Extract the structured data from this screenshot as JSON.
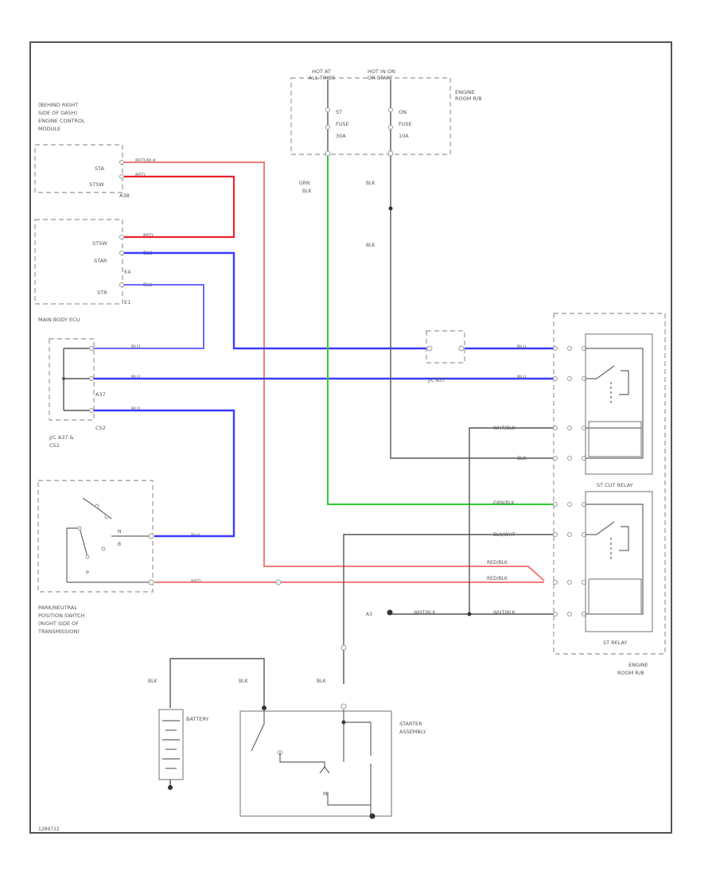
{
  "diagram": {
    "fuses": {
      "top_left_header": [
        "HOT AT",
        "ALL TIMES"
      ],
      "top_right_header": [
        "HOT IN ON",
        "OR START"
      ],
      "left_fuse": [
        "ST",
        "FUSE",
        "30A"
      ],
      "right_fuse": [
        "ON",
        "FUSE",
        "10A"
      ],
      "box_label": [
        "ENGINE",
        "ROOM R/B"
      ]
    },
    "ecm": {
      "label": [
        "(BEHIND RIGHT",
        "SIDE OF DASH)",
        "ENGINE CONTROL",
        "MODULE"
      ],
      "pins": [
        "STA",
        "STSW"
      ],
      "connector": "A38",
      "wire1": "RED/BLK",
      "wire2": "RED"
    },
    "main_ecu": {
      "pins": [
        "STSW",
        "STAR",
        "STR"
      ],
      "connectors": [
        "E4",
        "E1"
      ],
      "label": "MAIN BODY ECU",
      "wires": [
        "RED",
        "BLU",
        "BLU"
      ]
    },
    "jc": {
      "label": [
        "J/C A37 &",
        "C52"
      ],
      "connectors": [
        "A37",
        "C52"
      ]
    },
    "wires": {
      "grn_blk": [
        "GRN",
        "BLK"
      ],
      "blk": "BLK",
      "blu": "BLU",
      "grn_blk_short": "GRN/BLK",
      "blk_wht": "BLK/WHT",
      "wht_blk": "WHT/BLK",
      "red_blk": "RED/BLK",
      "red": "RED"
    },
    "junction": "J/C A37",
    "relays": {
      "cut": "ST CUT RELAY",
      "st": "ST RELAY",
      "box_label": [
        "ENGINE",
        "ROOM R/B"
      ]
    },
    "pnp_switch": {
      "label": [
        "PARK/NEUTRAL",
        "POSITION SWITCH",
        "(RIGHT SIDE OF",
        "TRANSMISSION)"
      ],
      "pos": "P",
      "marks": [
        "N",
        "B"
      ]
    },
    "ground_ref": "A3",
    "battery": "BATTERY",
    "starter": {
      "label": [
        "STARTER",
        "ASSEMBLY"
      ],
      "motor": "M"
    },
    "footer_code": "1289722"
  }
}
